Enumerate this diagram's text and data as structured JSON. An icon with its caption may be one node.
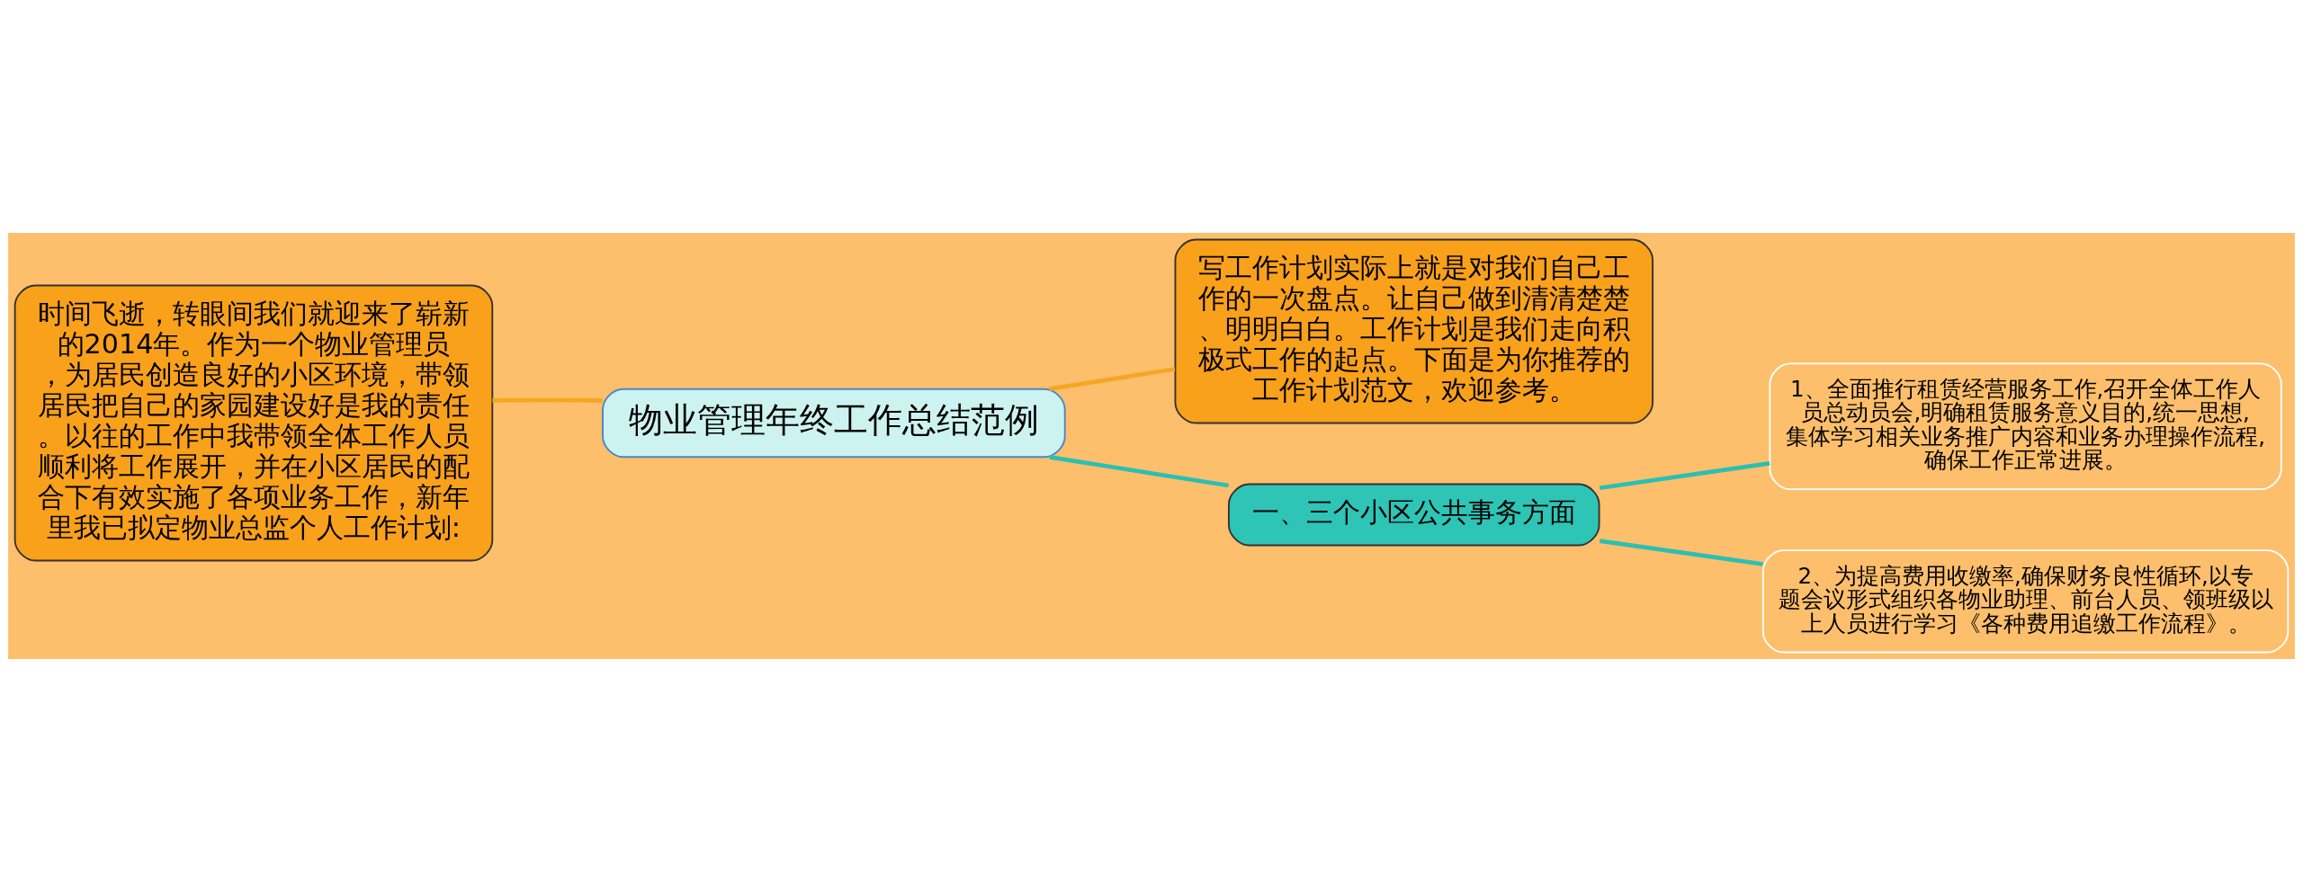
{
  "diagram": {
    "nodes": [
      {
        "text": [
          "物业管理年终工作总结范例"
        ]
      },
      {
        "text": [
          "时间飞逝，转眼间我们就迎来了崭新的2014年。作为一个物业管理员，为居民创造良好的小区环境，带领居民把自己的家园建设好是我的责任。以往的工作中我带领全体工作人员顺利将工作展开，并在小区居民的配合下有效实施了各项业务工作，新年里我已拟定物业总监个人工作计划:"
        ]
      },
      {
        "text": [
          "写工作计划实际上就是对我们自己工作的一次盘点。让自己做到清清楚楚、明明白白。工作计划是我们走向积极式工作的起点。下面是为你推荐的工作计划范文，欢迎参考。"
        ]
      },
      {
        "text": [
          "一、三个小区公共事务方面"
        ]
      },
      {
        "text": [
          "1、全面推行租赁经营服务工作,召开全体工作人员总动员会,明确租赁服务意义目的,统一思想,集体学习相关业务推广内容和业务办理操作流程,确保工作正常进展。"
        ]
      },
      {
        "text": [
          "2、为提高费用收缴率,确保财务良性循环,以专题会议形式组织各物业助理、前台人员、领班级以上人员进行学习《各种费用追缴工作流程》。"
        ]
      }
    ],
    "edges": [
      {
        "from": 0,
        "to": 1,
        "arrow": "none",
        "color": "#f5a623"
      },
      {
        "from": 0,
        "to": 2,
        "arrow": "none",
        "color": "#f5a623"
      },
      {
        "from": 0,
        "to": 3,
        "arrow": "none"
      },
      {
        "from": 3,
        "to": 4,
        "arrow": "none"
      },
      {
        "from": 3,
        "to": 5,
        "arrow": "none"
      }
    ]
  }
}
